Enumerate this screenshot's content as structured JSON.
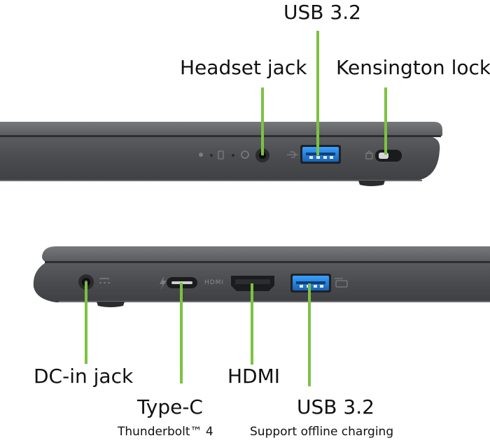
{
  "labels": {
    "usb_top": "USB 3.2",
    "headset": "Headset jack",
    "kensington": "Kensington lock",
    "dc_in": "DC-in jack",
    "type_c": "Type-C",
    "type_c_sub": "Thunderbolt™ 4",
    "hdmi": "HDMI",
    "usb_bottom": "USB 3.2",
    "usb_bottom_sub": "Support offline charging"
  },
  "chassis_label": {
    "hdmi": "HDMI"
  },
  "colors": {
    "callout_line": "#7dc242",
    "chassis": "#4e4f52",
    "chassis_dark": "#3c3d40",
    "usb_blue": "#1e7fd6"
  }
}
